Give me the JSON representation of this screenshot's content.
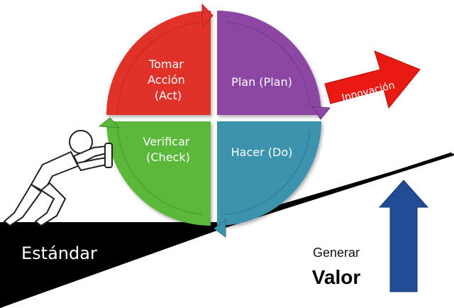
{
  "pdca": {
    "act_lines": [
      "Tomar",
      "Acción",
      "(Act)"
    ],
    "plan_label": "Plan (Plan)",
    "check_lines": [
      "Verificar",
      "(Check)"
    ],
    "do_label": "Hacer (Do)"
  },
  "innovation": {
    "label": "Innovación"
  },
  "standard": {
    "label": "Estándar"
  },
  "value": {
    "caption": "Generar",
    "title": "Valor"
  },
  "colors": {
    "act": "#e1322a",
    "plan": "#8b47a3",
    "check": "#5cb83a",
    "do": "#3b93ad",
    "innovation_arrow": "#e81a12",
    "value_arrow": "#1f4c94",
    "ground": "#000000"
  },
  "icons": {
    "person": "person-pushing-icon",
    "innovation_arrow": "arrow-right-icon",
    "value_arrow": "arrow-up-icon"
  }
}
